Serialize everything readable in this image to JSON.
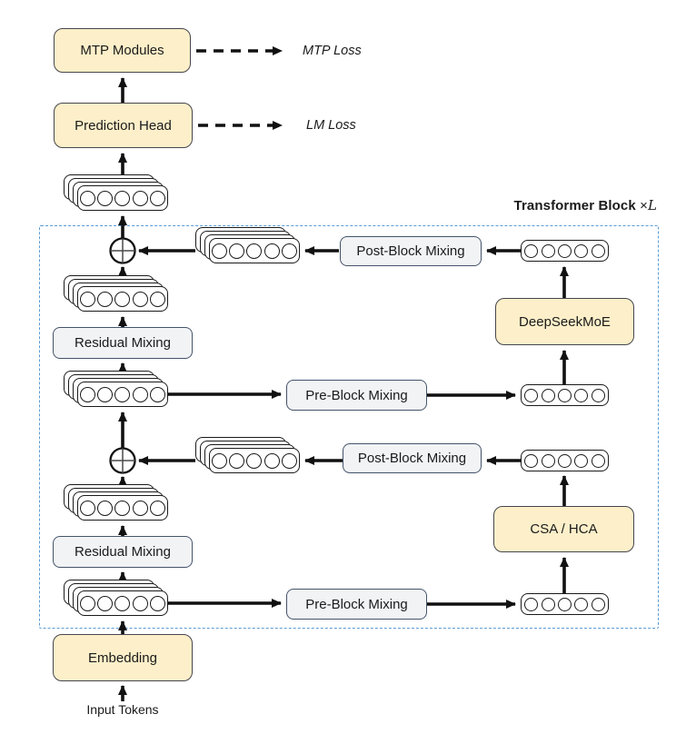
{
  "block_label": {
    "text": "Transformer Block",
    "mult": " ×",
    "mult_var": "L"
  },
  "losses": {
    "mtp": "MTP Loss",
    "lm": "LM Loss"
  },
  "labels": {
    "mtp_modules": "MTP Modules",
    "prediction_head": "Prediction Head",
    "residual_mixing": "Residual Mixing",
    "pre_block_mixing": "Pre-Block Mixing",
    "post_block_mixing": "Post-Block Mixing",
    "deepseek_moe": "DeepSeekMoE",
    "csa_hca": "CSA / HCA",
    "embedding": "Embedding",
    "input_tokens": "Input Tokens"
  },
  "colors": {
    "module_fill": "#FCEFC9",
    "module_border": "#46464e",
    "mixing_fill": "#F2F3F5",
    "mixing_border": "#44546A",
    "block_dash_border": "#5B9BD5",
    "arrow": "#111111"
  },
  "tokens_per_row": 5,
  "stack_back_layers": 3
}
